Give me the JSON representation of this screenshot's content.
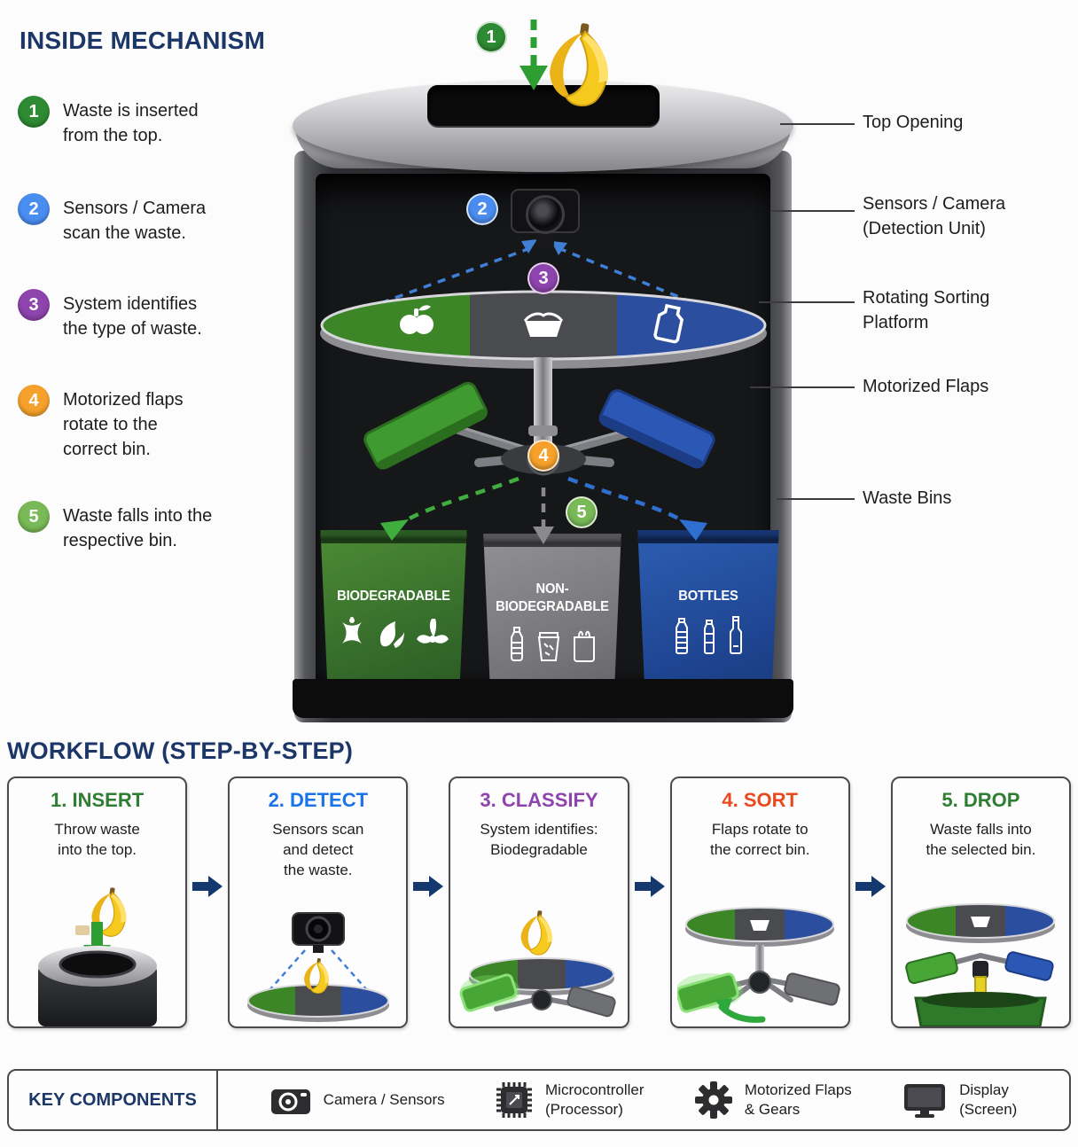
{
  "colors": {
    "heading_navy": "#1c3767",
    "step1_green": "#2e8b33",
    "step2_blue": "#4a8df0",
    "step3_purple": "#8e44ad",
    "step4_orange": "#f5a12b",
    "step5_green": "#79b957",
    "flow_arrow_navy": "#15386e",
    "platform_green": "#3c8627",
    "platform_gray": "#4a4b4f",
    "platform_blue": "#2b4f9e",
    "bin_green": "#3a7a2c",
    "bin_gray": "#7f7f82",
    "bin_blue": "#2453a8"
  },
  "inside": {
    "title": "INSIDE MECHANISM",
    "steps": [
      {
        "num": "1",
        "text": "Waste is inserted\nfrom the top."
      },
      {
        "num": "2",
        "text": "Sensors / Camera\nscan the waste."
      },
      {
        "num": "3",
        "text": "System identifies\nthe type of waste."
      },
      {
        "num": "4",
        "text": "Motorized flaps\nrotate to the\ncorrect bin."
      },
      {
        "num": "5",
        "text": "Waste falls into the\nrespective bin."
      }
    ],
    "labels": [
      "Top Opening",
      "Sensors / Camera\n(Detection Unit)",
      "Rotating Sorting\nPlatform",
      "Motorized Flaps",
      "Waste Bins"
    ],
    "bins": [
      {
        "name": "BIODEGRADABLE"
      },
      {
        "name": "NON-\nBIODEGRADABLE"
      },
      {
        "name": "BOTTLES"
      }
    ]
  },
  "workflow": {
    "title": "WORKFLOW (STEP-BY-STEP)",
    "cards": [
      {
        "title": "1. INSERT",
        "color": "#2e7d32",
        "desc": "Throw waste\ninto the top."
      },
      {
        "title": "2. DETECT",
        "color": "#1a73e8",
        "desc": "Sensors scan\nand detect\nthe waste."
      },
      {
        "title": "3. CLASSIFY",
        "color": "#8e44ad",
        "desc": "System identifies:\nBiodegradable"
      },
      {
        "title": "4. SORT",
        "color": "#e8491f",
        "desc": "Flaps rotate to\nthe correct bin."
      },
      {
        "title": "5. DROP",
        "color": "#2e7d32",
        "desc": "Waste falls into\nthe selected bin."
      }
    ]
  },
  "key_components": {
    "title": "KEY COMPONENTS",
    "items": [
      {
        "icon": "camera-icon",
        "label": "Camera / Sensors"
      },
      {
        "icon": "chip-icon",
        "label": "Microcontroller\n(Processor)"
      },
      {
        "icon": "gear-icon",
        "label": "Motorized Flaps\n& Gears"
      },
      {
        "icon": "monitor-icon",
        "label": "Display\n(Screen)"
      }
    ]
  }
}
